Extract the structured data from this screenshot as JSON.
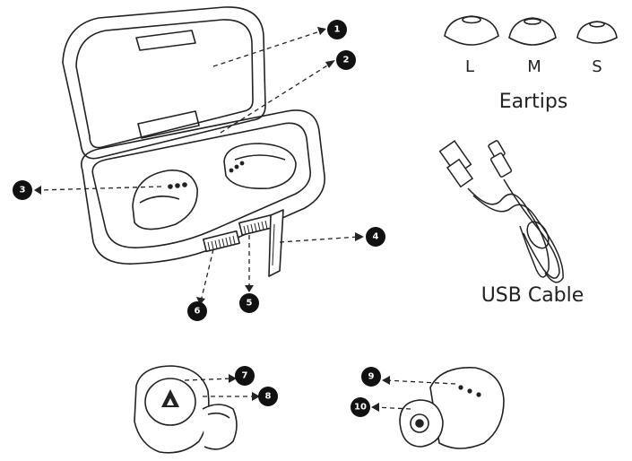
{
  "callouts": [
    "1",
    "2",
    "3",
    "4",
    "5",
    "6",
    "7",
    "8",
    "9",
    "10"
  ],
  "eartips": {
    "sizes": [
      "L",
      "M",
      "S"
    ],
    "caption": "Eartips"
  },
  "cable": {
    "caption": "USB Cable"
  },
  "colors": {
    "line": "#222222",
    "dark": "#111111",
    "fill": "#ffffff",
    "callout_bg": "#111111"
  }
}
